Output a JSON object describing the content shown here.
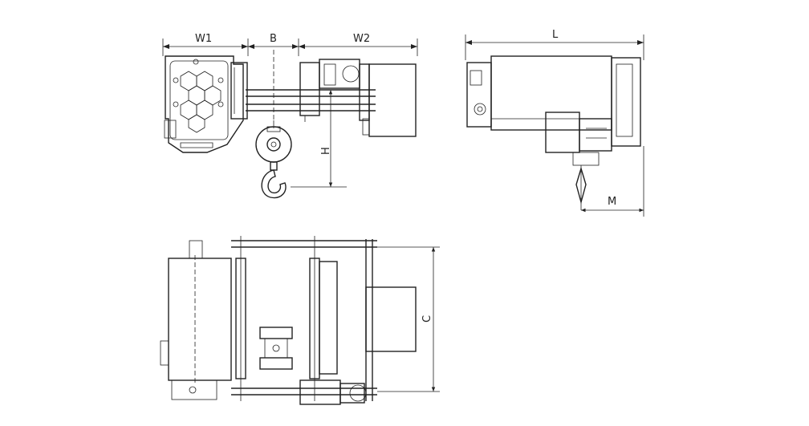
{
  "dimensions": {
    "w1": "W1",
    "b": "B",
    "w2": "W2",
    "h": "H",
    "l": "L",
    "m": "M",
    "c": "C"
  },
  "colors": {
    "ink": "#222222",
    "background": "#ffffff"
  }
}
